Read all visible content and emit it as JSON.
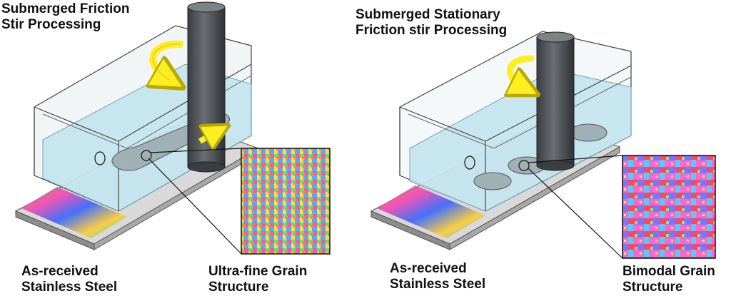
{
  "left_panel": {
    "title": [
      "Submerged Friction",
      "Stir Processing"
    ],
    "base_label": [
      "As-received",
      "Stainless Steel"
    ],
    "inset_label": [
      "Ultra-fine Grain",
      "Structure"
    ]
  },
  "right_panel": {
    "title": [
      "Submerged Stationary",
      "Friction stir Processing"
    ],
    "base_label": [
      "As-received",
      "Stainless Steel"
    ],
    "inset_label": [
      "Bimodal Grain",
      "Structure"
    ]
  },
  "colors": {
    "water": "#bfe3ee",
    "tool": "#4f5358",
    "arrow": "#ffee22",
    "plate_side": "#8d8d8d",
    "plate_top": "#d9d9d9"
  },
  "icons": [
    "rotation-arrow-icon",
    "traverse-arrow-icon"
  ]
}
